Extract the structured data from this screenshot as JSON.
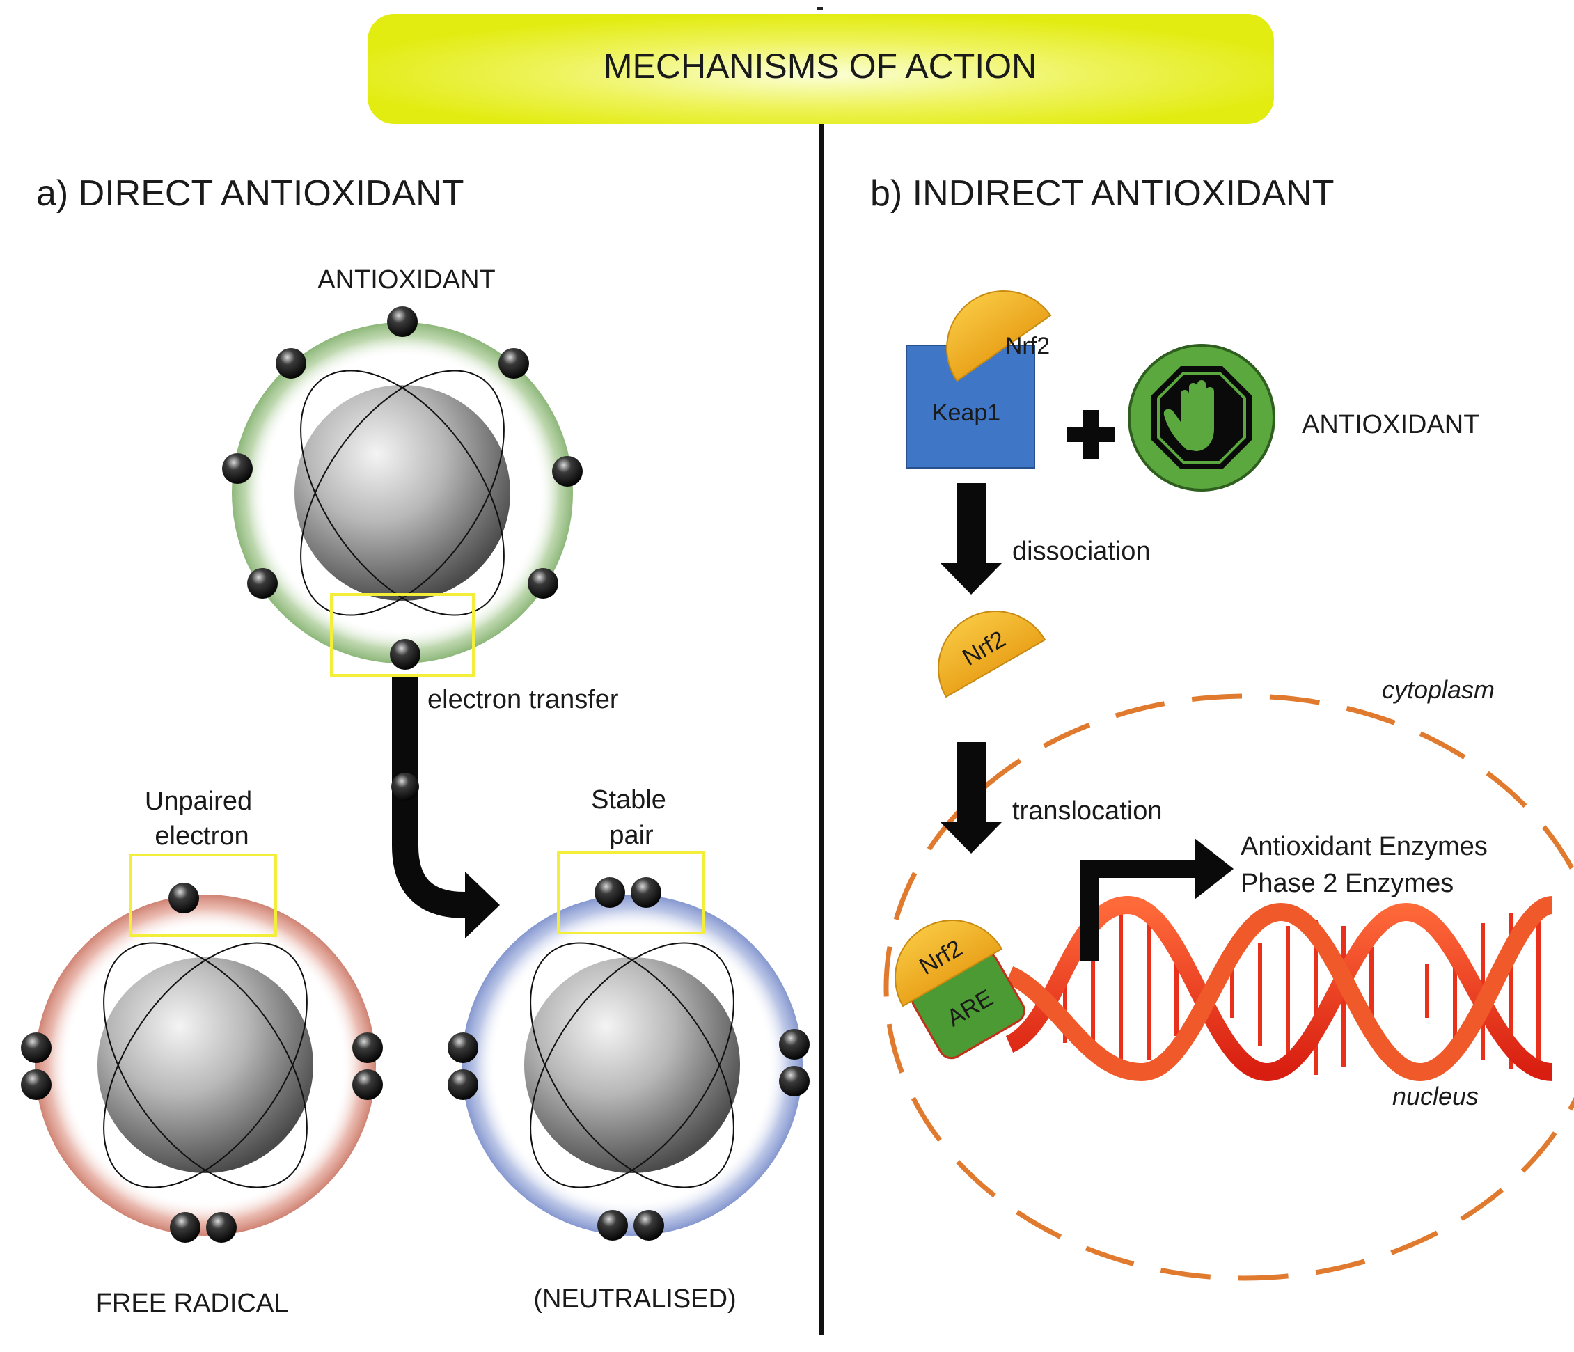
{
  "title": "MECHANISMS OF ACTION",
  "panel_a": {
    "heading": "a) DIRECT ANTIOXIDANT",
    "antioxidant_label": "ANTIOXIDANT",
    "transfer_label": "electron transfer",
    "unpaired_label_1": "Unpaired",
    "unpaired_label_2": "electron",
    "stable_label_1": "Stable",
    "stable_label_2": "pair",
    "free_radical_label": "FREE RADICAL",
    "neutralised_label": "(NEUTRALISED)"
  },
  "panel_b": {
    "heading": "b) INDIRECT ANTIOXIDANT",
    "nrf2_label": "Nrf2",
    "keap1_label": "Keap1",
    "antioxidant_label": "ANTIOXIDANT",
    "dissociation_label": "dissociation",
    "translocation_label": "translocation",
    "are_label": "ARE",
    "enzymes_line_1": "Antioxidant Enzymes",
    "enzymes_line_2": "Phase 2 Enzymes",
    "cytoplasm_label": "cytoplasm",
    "nucleus_label": "nucleus"
  },
  "colors": {
    "banner": "#e6f016",
    "antioxidant_ring": "#9dc08b",
    "radical_ring": "#d88f80",
    "neutral_ring": "#8f9ed0",
    "highlight_box": "#f2ee3a",
    "nrf2": "#f2b224",
    "keap1": "#3f76c6",
    "are": "#4c9a33",
    "stop_sign": "#5aa83e",
    "nucleus_border": "#e07a2e",
    "dna": "#e8301a"
  }
}
